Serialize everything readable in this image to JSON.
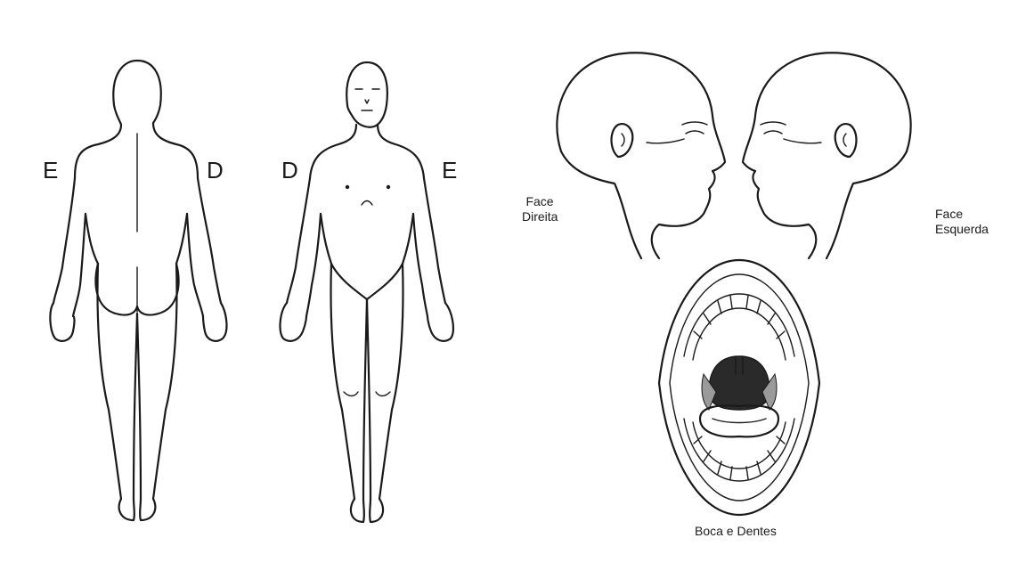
{
  "back_view": {
    "left_side_letter": "E",
    "right_side_letter": "D"
  },
  "front_view": {
    "left_side_letter": "D",
    "right_side_letter": "E"
  },
  "face_right": {
    "label_line1": "Face",
    "label_line2": "Direita"
  },
  "face_left": {
    "label_line1": "Face",
    "label_line2": "Esquerda"
  },
  "mouth": {
    "label": "Boca e Dentes"
  }
}
